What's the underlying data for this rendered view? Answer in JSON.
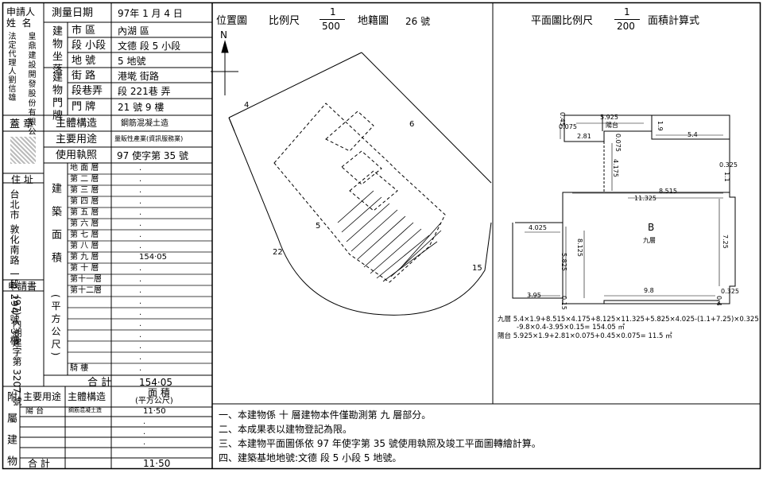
{
  "left": {
    "header": {
      "applicant_label": "申請人\n姓  名",
      "survey_date_label": "測量日期",
      "survey_date_value": "97年 1 月 4 日",
      "applicant_name": "皇鼎建設開發股份有限公司",
      "agent": "法定代理人劉信雄",
      "location_label": "建物坐落",
      "door_label": "建物門牌",
      "rows": [
        {
          "field": "市  區",
          "value": "內湖   區"
        },
        {
          "field": "段 小段",
          "value": "文德 段 5  小段"
        },
        {
          "field": "地  號",
          "value": "5      地號"
        },
        {
          "field": "街  路",
          "value": "港墘    街路"
        },
        {
          "field": "段巷弄",
          "value": "段 221巷  弄"
        },
        {
          "field": "門  牌",
          "value": "21 號 9 樓"
        }
      ]
    },
    "seal_label": "蓋 章",
    "main_structure_label": "主體構造",
    "main_structure_value": "鋼筋混凝土造",
    "main_use_label": "主要用途",
    "main_use_value": "量販性產業(資訊服務業)",
    "license_label": "使用執照",
    "license_value": "97 使字第 35  號",
    "address_label": "住 址",
    "address_text": "台北市 敦化南路 一段 294號 3樓",
    "application_label": "申請書",
    "application_text": "(97) 內湖建字第 3207 號",
    "floor_area_label": "建築面積",
    "floor_area_unit": "(平方公尺)",
    "floors": [
      {
        "name": "地 面 層",
        "area": "."
      },
      {
        "name": "第 二 層",
        "area": "."
      },
      {
        "name": "第 三 層",
        "area": "."
      },
      {
        "name": "第 四 層",
        "area": "."
      },
      {
        "name": "第 五 層",
        "area": "."
      },
      {
        "name": "第 六 層",
        "area": "."
      },
      {
        "name": "第 七 層",
        "area": "."
      },
      {
        "name": "第 八 層",
        "area": "."
      },
      {
        "name": "第 九 層",
        "area": "154·05"
      },
      {
        "name": "第 十 層",
        "area": "."
      },
      {
        "name": "第十一層",
        "area": "."
      },
      {
        "name": "第十二層",
        "area": "."
      },
      {
        "name": "",
        "area": "."
      },
      {
        "name": "",
        "area": "."
      },
      {
        "name": "",
        "area": "."
      },
      {
        "name": "",
        "area": "."
      },
      {
        "name": "",
        "area": "."
      },
      {
        "name": "",
        "area": "."
      },
      {
        "name": "騎 樓",
        "area": "."
      }
    ],
    "total_label": "合  計",
    "total_value": "154·05",
    "attached": {
      "label": "附屬建物",
      "col_use": "主要用途",
      "col_structure": "主體構造",
      "col_area": "面   積",
      "col_area_unit": "(平方公尺)",
      "rows": [
        {
          "use": "陽  台",
          "structure": "鋼筋混凝土造",
          "area": "11·50"
        },
        {
          "use": "",
          "structure": "",
          "area": "."
        },
        {
          "use": "",
          "structure": "",
          "area": "."
        },
        {
          "use": "",
          "structure": "",
          "area": "."
        }
      ],
      "total_label": "合  計",
      "total_value": "11·50"
    }
  },
  "location_map": {
    "title": "位置圖",
    "scale_label": "比例尺",
    "scale_num": "1",
    "scale_den": "500",
    "cadastral_label": "地籍圖",
    "cadastral_no": "26  號",
    "north": "N",
    "lots": [
      "4",
      "6",
      "5",
      "22",
      "15"
    ]
  },
  "floor_plan": {
    "title": "平面圖比例尺",
    "scale_num": "1",
    "scale_den": "200",
    "calc_label": "面積計算式",
    "room_letter": "B",
    "room_name": "九層",
    "balcony": "陽台",
    "dims": [
      "0.45",
      "5.925",
      "0.075",
      "1.9",
      "2.81",
      "0.075",
      "5.4",
      "4.175",
      "0.325",
      "8.515",
      "1.1",
      "11.325",
      "4.025",
      "8.125",
      "7.25",
      "5.825",
      "3.95",
      "0.15",
      "9.8",
      "0.325",
      "0.4"
    ],
    "formula_1": "九層 5.4×1.9+8.515×4.175+8.125×11.325+5.825×4.025-(1.1+7.25)×0.325",
    "formula_2": "-9.8×0.4-3.95×0.15= 154.05 ㎡",
    "formula_3": "陽台 5.925×1.9+2.81×0.075+0.45×0.075= 11.5 ㎡"
  },
  "notes": [
    "一、本建物係  十  層建物本件僅勘測第   九   層部分。",
    "二、本成果表以建物登記為限。",
    "三、本建物平面圖係依 97 年使字第  35  號使用執照及竣工平面圖轉繪計算。",
    "四、建築基地地號:文德 段  5  小段     5        地號。"
  ]
}
